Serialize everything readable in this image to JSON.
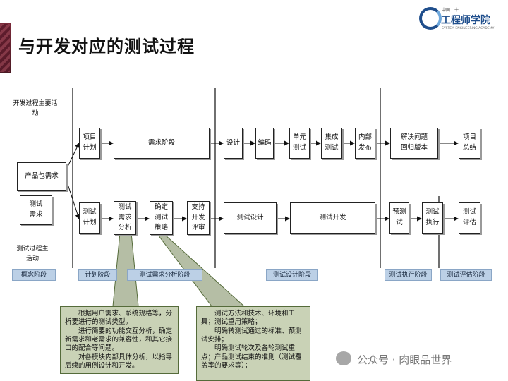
{
  "slide": {
    "title": "与开发对应的测试过程",
    "logo_small": "中国二十",
    "logo_main": "工程师学院",
    "logo_sub": "SYSTEM ENGINEERING ACADEMY"
  },
  "labels": {
    "dev_main": "开发过程主要活\n动",
    "test_main": "测试过程主\n活动"
  },
  "dev_row": {
    "product_req": "产品包需求",
    "project_plan": "项目\n计划",
    "req_phase": "需求阶段",
    "design": "设计",
    "coding": "编码",
    "unit_test": "单元\n测试",
    "integration_test": "集成\n测试",
    "internal_release": "内部\n发布",
    "fix_regression": "解决问题\n回归版本",
    "project_summary": "项目\n总结"
  },
  "test_row": {
    "test_req": "测试\n需求",
    "test_plan": "测试\n计划",
    "test_req_analysis": "测试\n需求\n分析",
    "decide_strategy": "确定\n测试\n策略",
    "support_review": "支持\n开发\n评审",
    "test_design": "测试设计",
    "test_dev": "测试开发",
    "pre_test": "预测\n试",
    "test_exec": "测试\n执行",
    "test_eval": "测试\n评估"
  },
  "phases": [
    "概念阶段",
    "计划阶段",
    "测试需求分析阶段",
    "测试设计阶段",
    "测试执行阶段",
    "测试评估阶段"
  ],
  "notes": {
    "left": [
      "根据用户需求、系统规格等，分析要进行的测试类型。",
      "进行简要的功能交互分析，确定新需求和老需求的兼容性，和其它接口的配合等问题。",
      "对各模块内部具体分析，以指导后续的用例设计和开发。"
    ],
    "right": [
      "测试方法和技术、环境和工具；测试重用策略；",
      "明确转测试通过的标准、预测试安排；",
      "明确测试轮次及各轮测试重点；产品测试结束的准则（测试覆盖率的要求等）；"
    ]
  },
  "watermark": "公众号 · 肉眼品世界",
  "colors": {
    "phase_fill": "#bcd0e6",
    "note_fill": "#c9d2b6",
    "title_bar": "#5a1a2a"
  }
}
